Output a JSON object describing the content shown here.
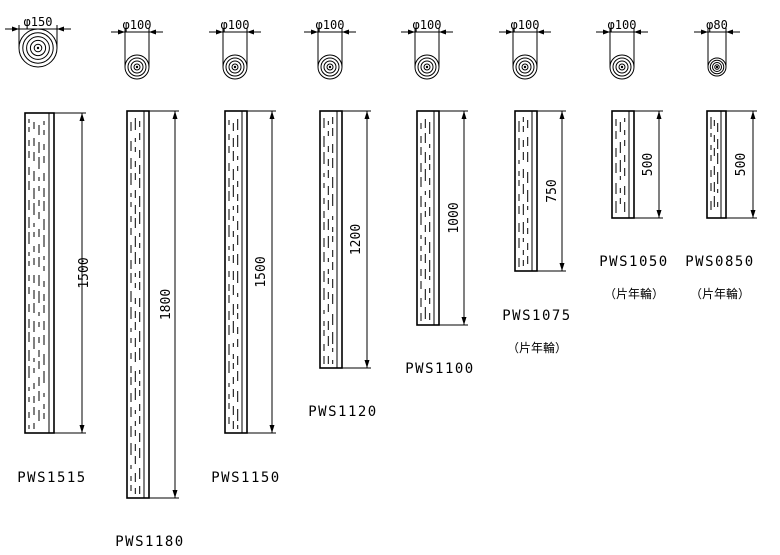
{
  "posts": [
    {
      "code": "PWS1515",
      "diameter": "φ150",
      "height": "1500",
      "note": ""
    },
    {
      "code": "PWS1180",
      "diameter": "φ100",
      "height": "1800",
      "note": ""
    },
    {
      "code": "PWS1150",
      "diameter": "φ100",
      "height": "1500",
      "note": ""
    },
    {
      "code": "PWS1120",
      "diameter": "φ100",
      "height": "1200",
      "note": ""
    },
    {
      "code": "PWS1100",
      "diameter": "φ100",
      "height": "1000",
      "note": ""
    },
    {
      "code": "PWS1075",
      "diameter": "φ100",
      "height": "750",
      "note": "（片年輪）"
    },
    {
      "code": "PWS1050",
      "diameter": "φ100",
      "height": "500",
      "note": "（片年輪）"
    },
    {
      "code": "PWS0850",
      "diameter": "φ80",
      "height": "500",
      "note": "（片年輪）"
    }
  ]
}
